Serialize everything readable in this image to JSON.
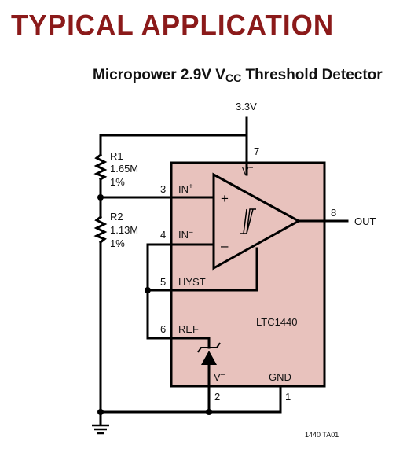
{
  "heading": "TYPICAL APPLICATION",
  "title": {
    "main": "Micropower 2.9V V",
    "sub": "CC",
    "rest": " Threshold Detector"
  },
  "supply": "3.3V",
  "out_label": "OUT",
  "chip": {
    "name": "LTC1440",
    "vplus": "V",
    "vplus_sup": "+",
    "vminus": "V",
    "vminus_sup": "–",
    "in_plus": "IN",
    "in_plus_sup": "+",
    "in_minus": "IN",
    "in_minus_sup": "–",
    "hyst": "HYST",
    "ref": "REF",
    "gnd": "GND"
  },
  "pins": {
    "p7": "7",
    "p3": "3",
    "p4": "4",
    "p5": "5",
    "p6": "6",
    "p8": "8",
    "p2": "2",
    "p1": "1"
  },
  "r1": {
    "name": "R1",
    "value": "1.65M",
    "tol": "1%"
  },
  "r2": {
    "name": "R2",
    "value": "1.13M",
    "tol": "1%"
  },
  "figure_code": "1440 TA01",
  "colors": {
    "heading": "#8b1a1a",
    "chip_fill": "#e8c2bd",
    "wire": "#000000"
  }
}
